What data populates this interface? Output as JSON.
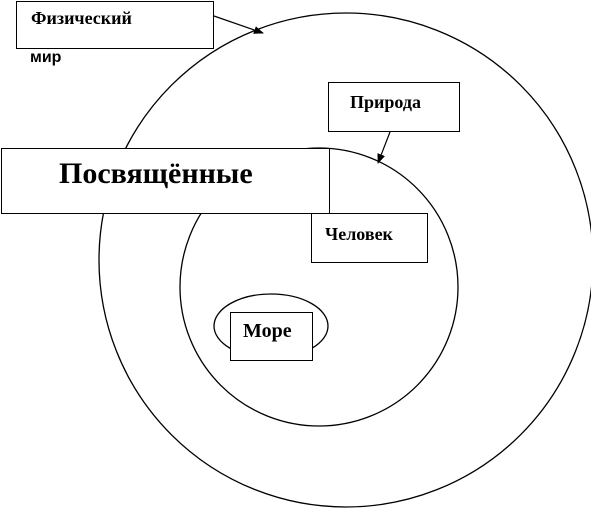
{
  "diagram": {
    "labels": {
      "physical_world_line1": "Физический",
      "physical_world_line2": "мир",
      "nature": "Природа",
      "initiated": "Посвящённые",
      "human": "Человек",
      "sea": "Море"
    }
  }
}
